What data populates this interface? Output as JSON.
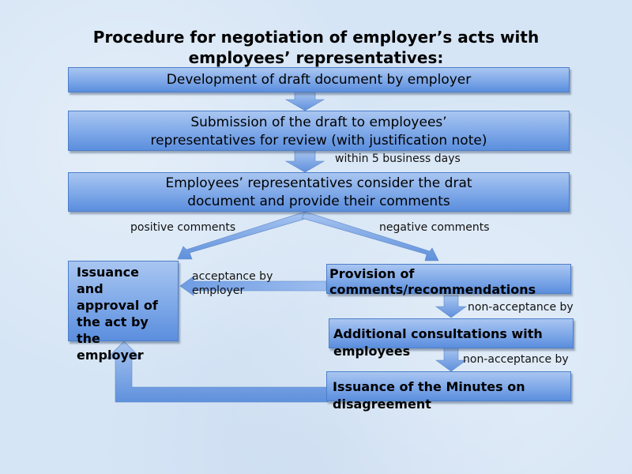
{
  "title": {
    "line1": "Procedure for negotiation of employer’s acts with",
    "line2": "employees’ representatives:"
  },
  "steps": {
    "development": "Development of draft document by employer",
    "submission_line1": "Submission of the draft to employees’",
    "submission_line2": "representatives for review (with justification note)",
    "consider_line1": "Employees’ representatives consider the drat",
    "consider_line2": "document and provide their comments",
    "issuance_approval": "Issuance and approval of the act by the employer",
    "provision": "Provision of comments/recommendations",
    "additional": "Additional consultations with employees",
    "minutes": "Issuance of the Minutes on disagreement"
  },
  "labels": {
    "within_days": "within 5 business days",
    "positive": "positive comments",
    "negative": "negative comments",
    "acceptance": "acceptance by employer",
    "non_acceptance_1": "non-acceptance by",
    "non_acceptance_2": "non-acceptance by"
  },
  "colors": {
    "box_top": "#a9c6f1",
    "box_bottom": "#5b8ede",
    "box_border": "#4d7fc9",
    "background": "#d6e5f5"
  }
}
